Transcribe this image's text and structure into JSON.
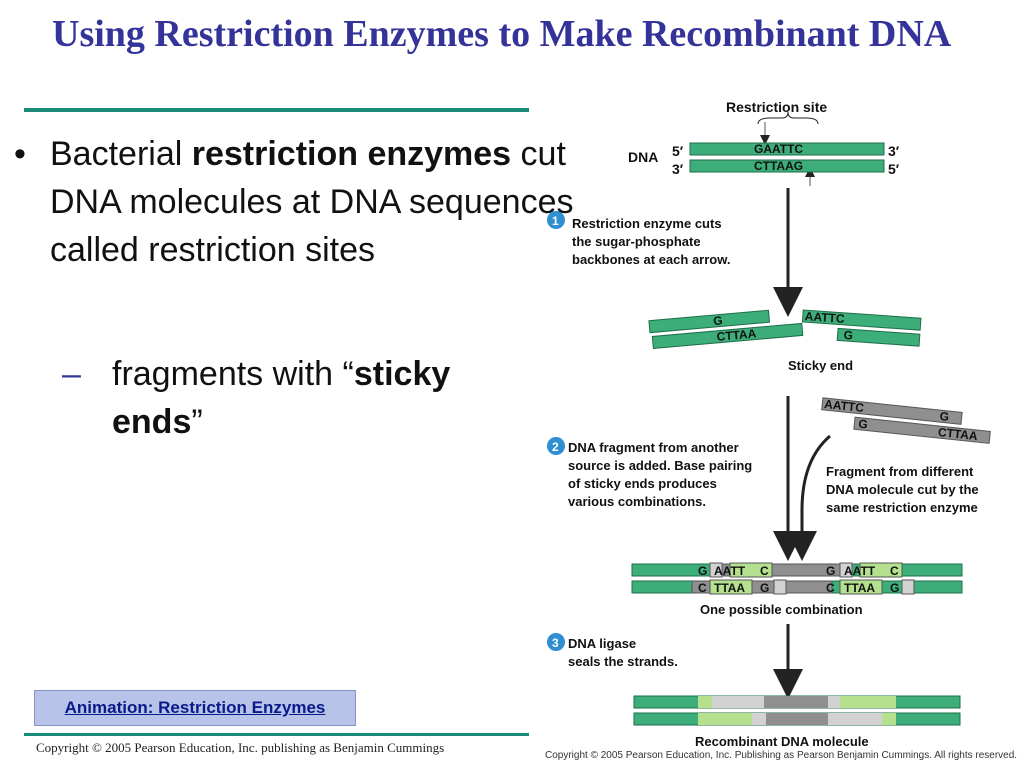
{
  "slide": {
    "title": "Using Restriction Enzymes to Make Recombinant DNA",
    "bullet": {
      "pre": "Bacterial ",
      "bold": "restriction enzymes",
      "post": " cut DNA molecules at DNA sequences called restriction sites"
    },
    "sub_bullet": {
      "pre": "fragments with “",
      "bold": "sticky ends",
      "post": "”"
    },
    "animation_link": "Animation: Restriction Enzymes",
    "copyright": "Copyright © 2005 Pearson Education, Inc. publishing as Benjamin Cummings",
    "figure_copyright": "Copyright © 2005 Pearson Education, Inc. Publishing as Pearson Benjamin Cummings. All rights reserved."
  },
  "diagram": {
    "restriction_site_label": "Restriction site",
    "dna_label": "DNA",
    "end_labels": {
      "top_left": "5′",
      "bottom_left": "3′",
      "top_right": "3′",
      "bottom_right": "5′"
    },
    "top_strand_seq": "GAATTC",
    "bottom_strand_seq": "CTTAAG",
    "steps": [
      {
        "num": "1",
        "lines": [
          "Restriction enzyme cuts",
          "the sugar-phosphate",
          "backbones at each arrow."
        ]
      },
      {
        "num": "2",
        "lines": [
          "DNA fragment from another",
          "source is added. Base pairing",
          "of sticky ends produces",
          "various combinations."
        ]
      },
      {
        "num": "3",
        "lines": [
          "DNA ligase",
          "seals the strands."
        ]
      }
    ],
    "sticky_end_label": "Sticky end",
    "fragment_labels": {
      "g": "G",
      "cttaa": "CTTAA",
      "aattc": "AATTC"
    },
    "fragment_caption": [
      "Fragment from different",
      "DNA molecule cut by the",
      "same restriction enzyme"
    ],
    "combo_bases": {
      "g": "G",
      "c": "C",
      "aatt": "AATT",
      "ttaa": "TTAA"
    },
    "one_combination_label": "One possible combination",
    "recombinant_label": "Recombinant DNA molecule",
    "colors": {
      "green": "#3dae7a",
      "light_green": "#b5e08e",
      "gray": "#8f8f8f",
      "light_gray": "#d2d2d2",
      "step_circle": "#2f8fd0"
    }
  }
}
